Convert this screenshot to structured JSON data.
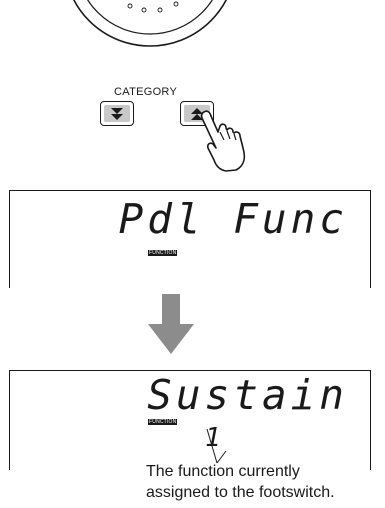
{
  "category": {
    "label": "CATEGORY",
    "down_icon": "double-chevron-down-icon",
    "up_icon": "double-chevron-up-icon"
  },
  "display_1": {
    "text": "Pdl Func",
    "badge": "FUNCTION"
  },
  "display_2": {
    "text": "Sustain",
    "badge": "FUNCTION",
    "value": "1"
  },
  "caption": {
    "line1": "The function currently",
    "line2": "assigned to the footswitch."
  },
  "colors": {
    "arrow": "#8c8c8c",
    "button_fill": "#c8c8c8",
    "ink": "#1a1a1a"
  }
}
